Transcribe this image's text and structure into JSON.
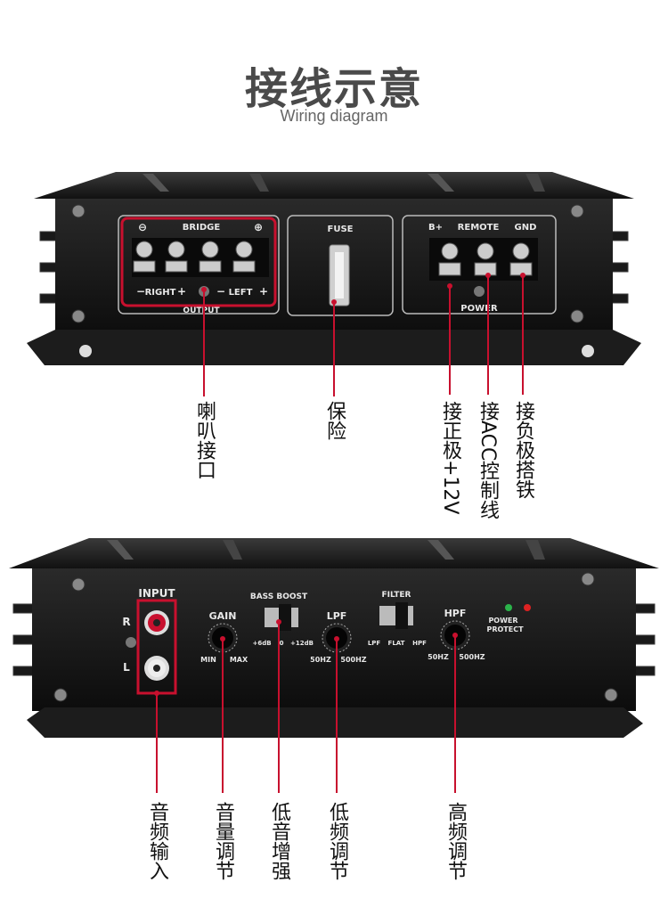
{
  "heading": {
    "title": "接线示意",
    "subtitle": "Wiring diagram"
  },
  "top_panel": {
    "bridge": "BRIDGE",
    "output": "OUTPUT",
    "right": "RIGHT",
    "left": "LEFT",
    "fuse": "FUSE",
    "b_plus": "B+",
    "remote": "REMOTE",
    "gnd": "GND",
    "power": "POWER"
  },
  "bottom_panel": {
    "input": "INPUT",
    "r": "R",
    "l": "L",
    "gain": "GAIN",
    "min": "MIN",
    "max": "MAX",
    "bass_boost": "BASS BOOST",
    "bb_6db": "+6dB",
    "bb_0": "0",
    "bb_12db": "+12dB",
    "lpf": "LPF",
    "lpf_50": "50HZ",
    "lpf_500": "500HZ",
    "filter": "FILTER",
    "f_lpf": "LPF",
    "f_flat": "FLAT",
    "f_hpf": "HPF",
    "hpf": "HPF",
    "hpf_50": "50HZ",
    "hpf_500": "500HZ",
    "power_protect_1": "POWER",
    "power_protect_2": "PROTECT"
  },
  "callouts_top": {
    "speaker": "喇叭接口",
    "fuse": "保险",
    "positive": "接正极+12V",
    "acc": "接ACC控制线",
    "ground": "接负极搭铁"
  },
  "callouts_bottom": {
    "audio_in": "音频输入",
    "volume": "音量调节",
    "bass": "低音增强",
    "low": "低频调节",
    "high": "高频调节"
  },
  "colors": {
    "accent": "#c8102e",
    "panel": "#141414"
  }
}
